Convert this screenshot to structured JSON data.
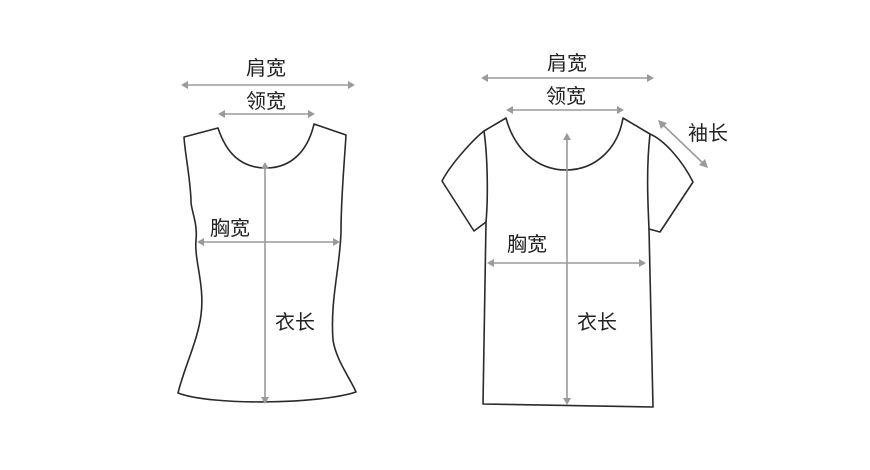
{
  "labels": {
    "shoulder_width": "肩宽",
    "neck_width": "领宽",
    "chest_width": "胸宽",
    "body_length": "衣长",
    "sleeve_length": "袖长"
  },
  "colors": {
    "outline": "#2a2a2a",
    "measure_line": "#9a9a9a",
    "text": "#222222",
    "background": "#ffffff"
  }
}
